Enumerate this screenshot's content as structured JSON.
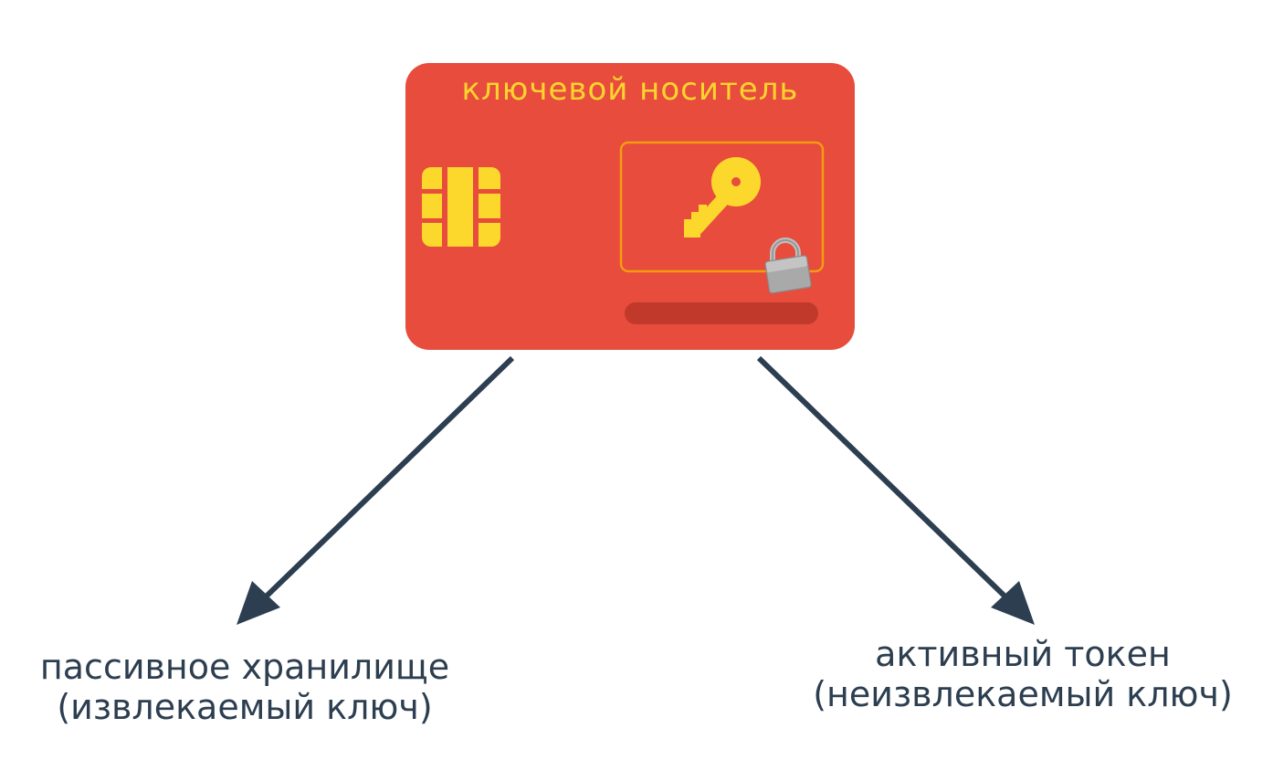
{
  "card": {
    "title": "ключевой носитель",
    "color": "#e74c3c",
    "accent_color": "#fcd42e",
    "icons": [
      "chip-icon",
      "key-icon",
      "padlock-icon"
    ]
  },
  "arrows": {
    "color": "#2c3e50"
  },
  "left_node": {
    "line1": "пассивное хранилище",
    "line2": "(извлекаемый ключ)"
  },
  "right_node": {
    "line1": "активный токен",
    "line2": "(неизвлекаемый ключ)"
  }
}
